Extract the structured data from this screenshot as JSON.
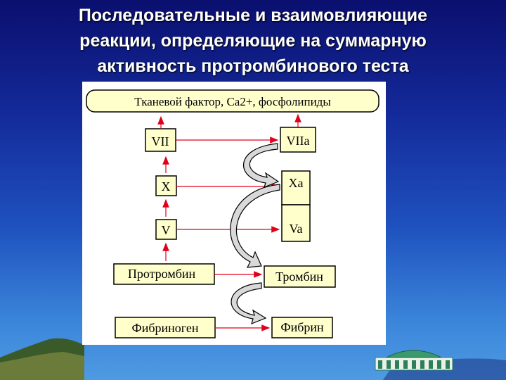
{
  "title": {
    "line1": "Последовательные и взаимовлияющие",
    "line2": "реакции, определяющие на суммарную",
    "line3": "активность протромбинового теста"
  },
  "diagram": {
    "header": "Тканевой фактор, Са2+, фосфолипиды",
    "left_factors": {
      "vii": "VII",
      "x": "X",
      "v": "V",
      "prothrombin": "Протромбин",
      "fibrinogen": "Фибриноген"
    },
    "right_factors": {
      "viia": "VIIa",
      "xa": "Xa",
      "va": "Va",
      "thrombin": "Тромбин",
      "fibrin": "Фибрин"
    }
  },
  "colors": {
    "box_fill": "#ffffcc",
    "header_fill": "#ffffcc",
    "arrow": "#e0001b",
    "curved_arrow_fill": "#d9d9d9"
  }
}
